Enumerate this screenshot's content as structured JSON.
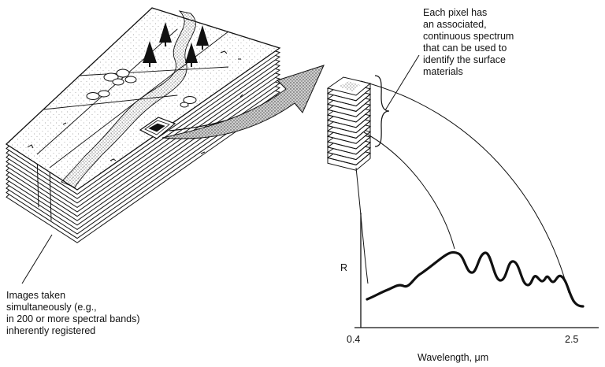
{
  "callout_pixel": {
    "lines": [
      "Each pixel has",
      "an associated,",
      "continuous spectrum",
      "that can be used to",
      "identify the surface",
      "materials"
    ]
  },
  "callout_images": {
    "lines": [
      "Images taken",
      "simultaneously (e.g.,",
      "in 200 or more spectral bands)",
      "inherently registered"
    ]
  },
  "spectrum_plot": {
    "ylabel": "R",
    "xlabel": "Wavelength, μm",
    "x_min_label": "0.4",
    "x_max_label": "2.5"
  },
  "icons": [
    "tree-icon",
    "rock-icon",
    "arrow-icon"
  ]
}
